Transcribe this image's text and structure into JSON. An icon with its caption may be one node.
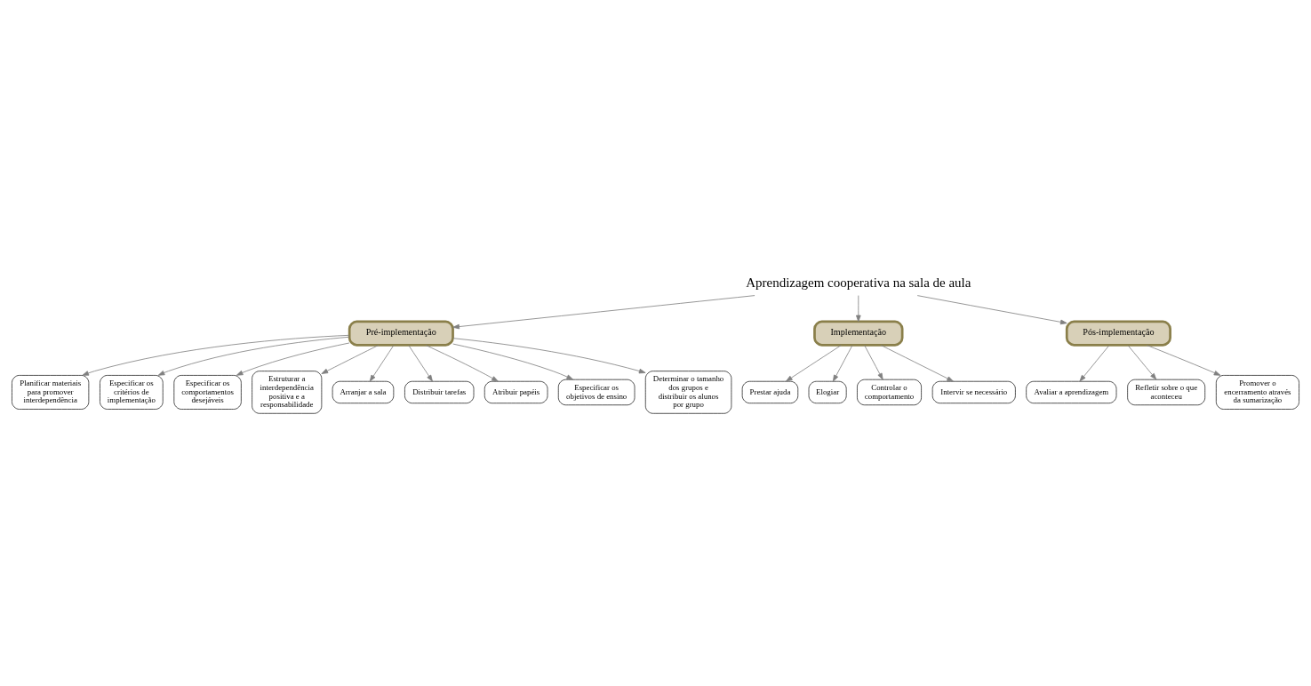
{
  "diagram": {
    "nodes": [
      {
        "text": [
          "Aprendizagem cooperativa na sala de aula"
        ]
      },
      {
        "text": [
          "Pré-implementação"
        ]
      },
      {
        "text": [
          "Implementação"
        ]
      },
      {
        "text": [
          "Pós-implementação"
        ]
      },
      {
        "text": [
          "Planificar materiais para promover interdependência"
        ]
      },
      {
        "text": [
          "Especificar os critérios de implementação"
        ]
      },
      {
        "text": [
          "Especificar os comportamentos desejáveis"
        ]
      },
      {
        "text": [
          "Estruturar a interdependência positiva e a responsabilidade"
        ]
      },
      {
        "text": [
          "Arranjar a sala"
        ]
      },
      {
        "text": [
          "Distribuir tarefas"
        ]
      },
      {
        "text": [
          "Atribuir papéis"
        ]
      },
      {
        "text": [
          "Especificar os objetivos de ensino"
        ]
      },
      {
        "text": [
          "Determinar o tamanho dos grupos e distribuir os alunos por grupo"
        ]
      },
      {
        "text": [
          "Avaliar a aprendizagem"
        ]
      },
      {
        "text": [
          "Prestar ajuda"
        ]
      },
      {
        "text": [
          "Elogiar"
        ]
      },
      {
        "text": [
          "Controlar o comportamento"
        ]
      },
      {
        "text": [
          "Intervir se necessário"
        ]
      },
      {
        "text": [
          "Refletir sobre o que aconteceu"
        ]
      },
      {
        "text": [
          "Promover o encerramento através da sumarização"
        ]
      }
    ],
    "edges": [
      {
        "from": 0,
        "to": 1,
        "arrow": "to"
      },
      {
        "from": 0,
        "to": 2,
        "arrow": "to"
      },
      {
        "from": 0,
        "to": 3,
        "arrow": "to"
      },
      {
        "from": 1,
        "to": 4,
        "arrow": "to"
      },
      {
        "from": 1,
        "to": 5,
        "arrow": "to"
      },
      {
        "from": 1,
        "to": 6,
        "arrow": "to"
      },
      {
        "from": 1,
        "to": 7,
        "arrow": "to"
      },
      {
        "from": 1,
        "to": 8,
        "arrow": "to"
      },
      {
        "from": 1,
        "to": 9,
        "arrow": "to"
      },
      {
        "from": 1,
        "to": 10,
        "arrow": "to"
      },
      {
        "from": 1,
        "to": 11,
        "arrow": "to"
      },
      {
        "from": 1,
        "to": 12,
        "arrow": "to"
      },
      {
        "from": 3,
        "to": 13,
        "arrow": "to"
      },
      {
        "from": 2,
        "to": 14,
        "arrow": "to"
      },
      {
        "from": 2,
        "to": 15,
        "arrow": "to"
      },
      {
        "from": 2,
        "to": 16,
        "arrow": "to"
      },
      {
        "from": 2,
        "to": 17,
        "arrow": "to"
      },
      {
        "from": 3,
        "to": 18,
        "arrow": "to"
      },
      {
        "from": 3,
        "to": 19,
        "arrow": "to"
      }
    ]
  }
}
